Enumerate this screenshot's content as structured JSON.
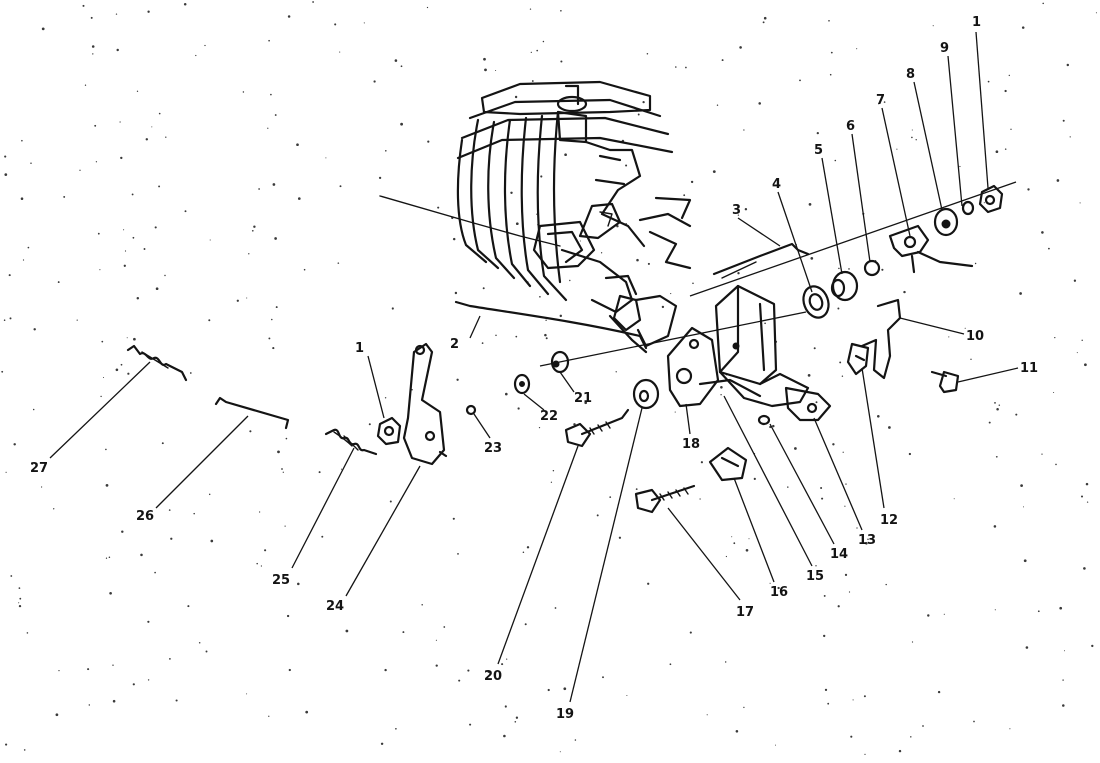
{
  "callouts": [
    {
      "id": "1a",
      "text": "1"
    },
    {
      "id": "1b",
      "text": "1"
    },
    {
      "id": "2",
      "text": "2"
    },
    {
      "id": "3",
      "text": "3"
    },
    {
      "id": "4",
      "text": "4"
    },
    {
      "id": "5",
      "text": "5"
    },
    {
      "id": "6",
      "text": "6"
    },
    {
      "id": "7",
      "text": "7"
    },
    {
      "id": "8",
      "text": "8"
    },
    {
      "id": "9",
      "text": "9"
    },
    {
      "id": "10",
      "text": "10"
    },
    {
      "id": "11",
      "text": "11"
    },
    {
      "id": "12",
      "text": "12"
    },
    {
      "id": "13",
      "text": "13"
    },
    {
      "id": "14",
      "text": "14"
    },
    {
      "id": "15",
      "text": "15"
    },
    {
      "id": "16",
      "text": "16"
    },
    {
      "id": "17",
      "text": "17"
    },
    {
      "id": "18",
      "text": "18"
    },
    {
      "id": "19",
      "text": "19"
    },
    {
      "id": "20",
      "text": "20"
    },
    {
      "id": "21",
      "text": "21"
    },
    {
      "id": "22",
      "text": "22"
    },
    {
      "id": "23",
      "text": "23"
    },
    {
      "id": "24",
      "text": "24"
    },
    {
      "id": "25",
      "text": "25"
    },
    {
      "id": "26",
      "text": "26"
    },
    {
      "id": "27",
      "text": "27"
    }
  ]
}
